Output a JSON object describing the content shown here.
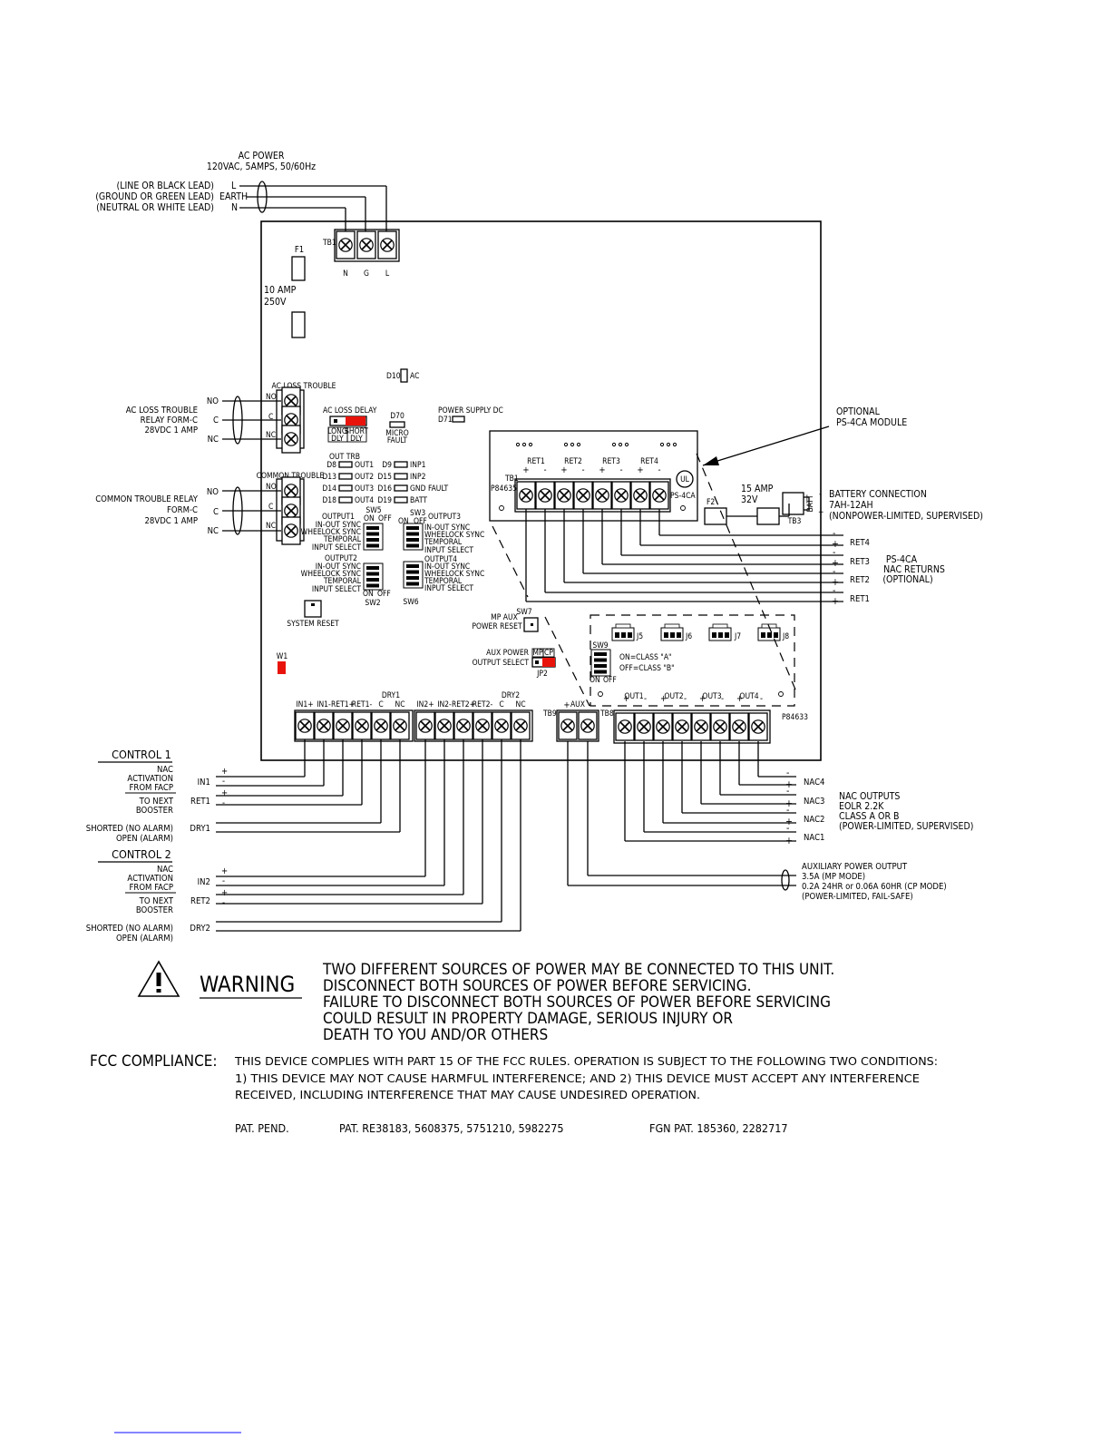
{
  "ac_power": {
    "title": "AC POWER",
    "spec": "120VAC, 5AMPS, 50/60Hz"
  },
  "ac_leads": [
    {
      "desc": "(LINE OR BLACK LEAD)",
      "code": "L"
    },
    {
      "desc": "(GROUND OR GREEN LEAD)",
      "code": "EARTH"
    },
    {
      "desc": "(NEUTRAL OR WHITE LEAD)",
      "code": "N"
    }
  ],
  "tb1": {
    "label": "TB1",
    "terms": [
      "N",
      "G",
      "L"
    ]
  },
  "fuse1": {
    "label": "F1",
    "rating1": "10 AMP",
    "rating2": "250V"
  },
  "d10": {
    "label": "D10",
    "tag": "AC"
  },
  "ac_loss_relay": {
    "header": "AC LOSS TROUBLE",
    "desc": [
      "AC LOSS TROUBLE",
      "RELAY FORM-C",
      "28VDC 1 AMP"
    ],
    "contacts": [
      "NO",
      "C",
      "NC"
    ]
  },
  "common_relay": {
    "header": "COMMON TROUBLE",
    "desc": [
      "COMMON TROUBLE RELAY",
      "FORM-C",
      "28VDC 1 AMP"
    ],
    "contacts": [
      "NO",
      "C",
      "NC"
    ]
  },
  "ac_loss_delay": {
    "title": "AC LOSS DELAY",
    "long": [
      "LONG",
      "DLY"
    ],
    "short": [
      "SHORT",
      "DLY"
    ]
  },
  "d70": {
    "label": "D70",
    "text": [
      "MICRO",
      "FAULT"
    ]
  },
  "power_supply": {
    "label": "POWER SUPPLY DC",
    "led": "D71"
  },
  "out_trb": {
    "label": "OUT TRB"
  },
  "leds_left": [
    {
      "d": "D8",
      "name": "OUT1"
    },
    {
      "d": "D13",
      "name": "OUT2"
    },
    {
      "d": "D14",
      "name": "OUT3"
    },
    {
      "d": "D18",
      "name": "OUT4"
    }
  ],
  "leds_right": [
    {
      "d": "D9",
      "name": "INP1"
    },
    {
      "d": "D15",
      "name": "INP2"
    },
    {
      "d": "D16",
      "name": "GND FAULT"
    },
    {
      "d": "D19",
      "name": "BATT"
    }
  ],
  "switch_opts": [
    "IN-OUT SYNC",
    "WHEELOCK SYNC",
    "TEMPORAL",
    "INPUT SELECT"
  ],
  "outputs": [
    "OUTPUT1",
    "OUTPUT2",
    "OUTPUT3",
    "OUTPUT4"
  ],
  "switches": [
    "SW5",
    "SW2",
    "SW3",
    "SW6"
  ],
  "on_off": {
    "on": "ON",
    "off": "OFF"
  },
  "system_reset": "SYSTEM RESET",
  "w1": "W1",
  "sw7": {
    "label": "SW7",
    "text": [
      "MP AUX",
      "POWER RESET"
    ]
  },
  "aux_select": {
    "text": [
      "AUX POWER",
      "OUTPUT SELECT"
    ],
    "mp": "MP",
    "cp": "CP",
    "jp": "JP2"
  },
  "sw9": {
    "label": "SW9",
    "on": "ON=CLASS \"A\"",
    "off": "OFF=CLASS \"B\""
  },
  "connectors": [
    "J5",
    "J6",
    "J7",
    "J8"
  ],
  "ps4ca_module": {
    "label": "PS-4CA",
    "board": "P84635",
    "tb": "TB1",
    "rets": [
      "RET1",
      "RET2",
      "RET3",
      "RET4"
    ],
    "ul": "UL"
  },
  "optional_module": [
    "OPTIONAL",
    "PS-4CA MODULE"
  ],
  "fuse2": {
    "label": "F2",
    "rating1": "15 AMP",
    "rating2": "32V"
  },
  "tb3": {
    "label": "TB3",
    "batt": "BATT",
    "plus": "+",
    "minus": "-"
  },
  "battery": [
    "BATTERY CONNECTION",
    "7AH-12AH",
    "(NONPOWER-LIMITED, SUPERVISED)"
  ],
  "ret_labels": [
    "RET4",
    "RET3",
    "RET2",
    "RET1"
  ],
  "ret_desc": [
    "PS-4CA",
    "NAC RETURNS",
    "(OPTIONAL)"
  ],
  "tb_bottom_left": [
    "IN1+",
    "IN1-",
    "RET1+",
    "RET1-",
    "C",
    "NC"
  ],
  "tb_bottom_mid": [
    "IN2+",
    "IN2-",
    "RET2+",
    "RET2-",
    "C",
    "NC"
  ],
  "dry": [
    "DRY1",
    "DRY2"
  ],
  "tb9": {
    "label": "TB9",
    "aux": "AUX"
  },
  "tb8": {
    "label": "TB8",
    "board": "P84633",
    "outs": [
      "OUT1",
      "OUT2",
      "OUT3",
      "OUT4"
    ]
  },
  "control1": {
    "title": "CONTROL 1",
    "nac": [
      "NAC",
      "ACTIVATION",
      "FROM FACP"
    ],
    "in": "IN1",
    "next": [
      "TO NEXT",
      "BOOSTER"
    ],
    "ret": "RET1",
    "shorted": "SHORTED (NO ALARM)",
    "open": "OPEN (ALARM)",
    "dry": "DRY1"
  },
  "control2": {
    "title": "CONTROL 2",
    "nac": [
      "NAC",
      "ACTIVATION",
      "FROM FACP"
    ],
    "in": "IN2",
    "next": [
      "TO NEXT",
      "BOOSTER"
    ],
    "ret": "RET2",
    "shorted": "SHORTED (NO ALARM)",
    "open": "OPEN (ALARM)",
    "dry": "DRY2"
  },
  "nac_labels": [
    "NAC4",
    "NAC3",
    "NAC2",
    "NAC1"
  ],
  "nac_outputs": [
    "NAC OUTPUTS",
    "EOLR 2.2K",
    "CLASS A OR B",
    "(POWER-LIMITED, SUPERVISED)"
  ],
  "aux_output": [
    "AUXILIARY POWER OUTPUT",
    "3.5A (MP MODE)",
    "0.2A 24HR or 0.06A 60HR (CP MODE)",
    "(POWER-LIMITED, FAIL-SAFE)"
  ],
  "warning": {
    "title": "WARNING",
    "lines": [
      "TWO DIFFERENT SOURCES OF POWER MAY BE CONNECTED TO THIS UNIT.",
      "DISCONNECT BOTH SOURCES OF POWER BEFORE SERVICING.",
      "FAILURE TO DISCONNECT BOTH SOURCES OF POWER BEFORE SERVICING",
      "COULD RESULT IN PROPERTY DAMAGE, SERIOUS INJURY OR",
      "DEATH TO YOU AND/OR OTHERS"
    ]
  },
  "fcc": {
    "label": "FCC COMPLIANCE:",
    "lines": [
      "THIS DEVICE COMPLIES WITH PART 15 OF THE FCC RULES. OPERATION IS SUBJECT TO THE FOLLOWING TWO CONDITIONS:",
      "1) THIS DEVICE MAY NOT CAUSE HARMFUL INTERFERENCE; AND 2) THIS DEVICE MUST ACCEPT ANY INTERFERENCE",
      "RECEIVED, INCLUDING INTERFERENCE THAT MAY CAUSE UNDESIRED OPERATION."
    ]
  },
  "patents": {
    "pend": "PAT. PEND.",
    "pat": "PAT. RE38183, 5608375, 5751210, 5982275",
    "fgn": "FGN PAT. 185360, 2282717"
  },
  "colors": {
    "jumper_red": "#e8140c",
    "ink": "#000000"
  }
}
